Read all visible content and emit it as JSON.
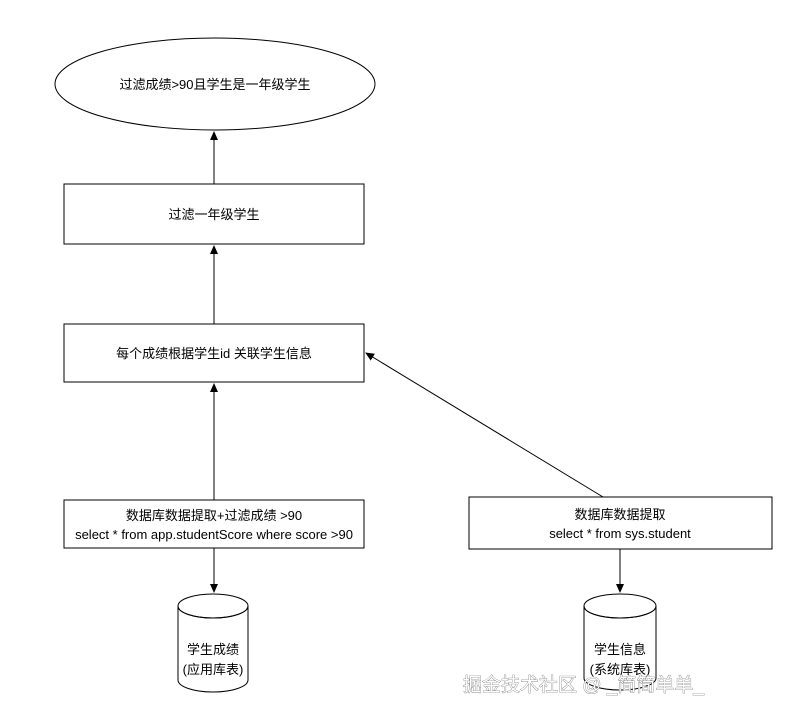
{
  "nodes": {
    "result": {
      "line1": "过滤成绩>90且学生是一年级学生"
    },
    "filter_grade": {
      "line1": "过滤一年级学生"
    },
    "join": {
      "line1": "每个成绩根据学生id 关联学生信息"
    },
    "extract_scores": {
      "line1": "数据库数据提取+过滤成绩 >90",
      "line2": "select * from app.studentScore where score >90"
    },
    "extract_students": {
      "line1": "数据库数据提取",
      "line2": "select * from sys.student"
    },
    "db_scores": {
      "line1": "学生成绩",
      "line2": "(应用库表)"
    },
    "db_students": {
      "line1": "学生信息",
      "line2": "(系统库表)"
    }
  },
  "watermark": "掘金技术社区 @ _简简单单_"
}
